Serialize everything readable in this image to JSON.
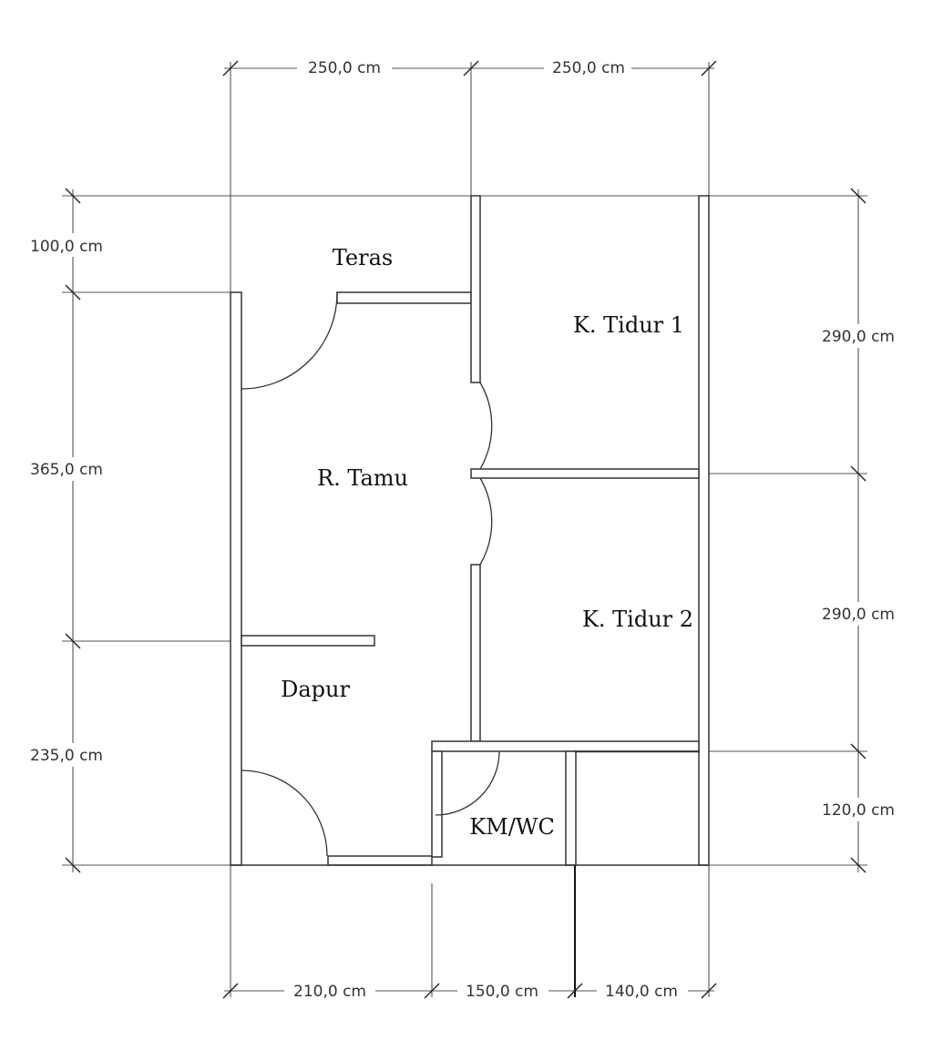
{
  "rooms": {
    "teras": "Teras",
    "tidur1": "K. Tidur 1",
    "tamu": "R. Tamu",
    "tidur2": "K. Tidur 2",
    "dapur": "Dapur",
    "kmwc": "KM/WC"
  },
  "dimensions": {
    "top": [
      "250,0 cm",
      "250,0 cm"
    ],
    "left": [
      "100,0 cm",
      "365,0 cm",
      "235,0 cm"
    ],
    "right": [
      "290,0 cm",
      "290,0 cm",
      "120,0 cm"
    ],
    "bottom": [
      "210,0 cm",
      "150,0 cm",
      "140,0 cm"
    ]
  }
}
